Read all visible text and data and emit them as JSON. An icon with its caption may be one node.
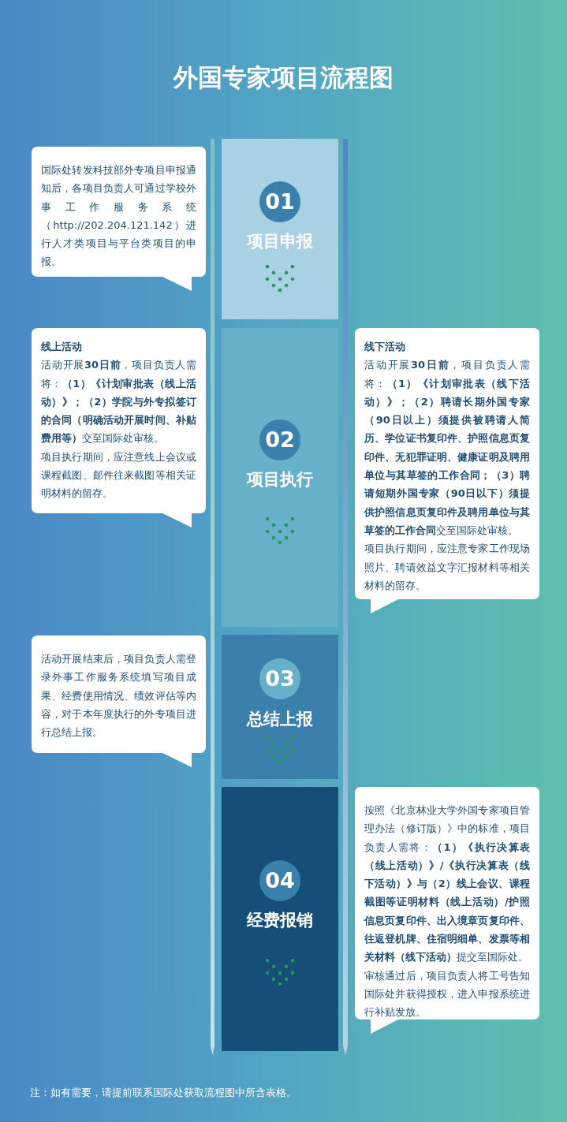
{
  "diagram": {
    "title": "外国专家项目流程图",
    "nodes": [
      {
        "text": [
          "国际处转发科技部外专项目申报通知后，各项目负责人可通过学校外事工作服务系统（http://202.204.121.142）进行人才类项目与平台类项目的申报。"
        ]
      },
      {
        "text": [
          "01",
          "项目申报"
        ]
      },
      {
        "text": [
          "线上活动",
          "活动开展**30日前**，项目负责人需将：**（1）《计划审批表（线上活动）》；（2）学院与外专拟签订的合同（明确活动开展时间、补贴费用等）**交至国际处审核。",
          "项目执行期间，应注意线上会议或课程截图、邮件往来截图等相关证明材料的留存。"
        ]
      },
      {
        "text": [
          "02",
          "项目执行"
        ]
      },
      {
        "text": [
          "线下活动",
          "活动开展**30日前**，项目负责人需将：**（1）《计划审批表（线下活动）》；（2）聘请长期外国专家（90日以上）须提供被聘请人简历、学位证书复印件、护照信息页复印件、无犯罪证明、健康证明及聘用单位与其草签的工作合同；（3）聘请短期外国专家（90日以下）须提供护照信息页复印件及聘用单位与其草签的工作合同**交至国际处审核。",
          "项目执行期间，应注意专家工作现场照片、聘请效益文字汇报材料等相关材料的留存。"
        ]
      },
      {
        "text": [
          "活动开展结束后，项目负责人需登录外事工作服务系统填写项目成果、经费使用情况、绩效评估等内容，对于本年度执行的外专项目进行总结上报。"
        ]
      },
      {
        "text": [
          "03",
          "总结上报"
        ]
      },
      {
        "text": [
          "04",
          "经费报销"
        ]
      },
      {
        "text": [
          "按照《北京林业大学外国专家项目管理办法（修订版）》中的标准，项目负责人需将：**（1）《执行决算表（线上活动）》/《执行决算表（线下活动）》与（2）线上会议、课程截图等证明材料（线上活动）/护照信息页复印件、出入境章页复印件、往返登机牌、住宿明细单、发票等相关材料（线下活动）**提交至国际处。",
          "审核通过后，项目负责人将工号告知国际处并获得授权，进入申报系统进行补贴发放。"
        ]
      }
    ],
    "labels": [
      "注：如有需要，请提前联系国际处获取流程图中所含表格。"
    ]
  }
}
